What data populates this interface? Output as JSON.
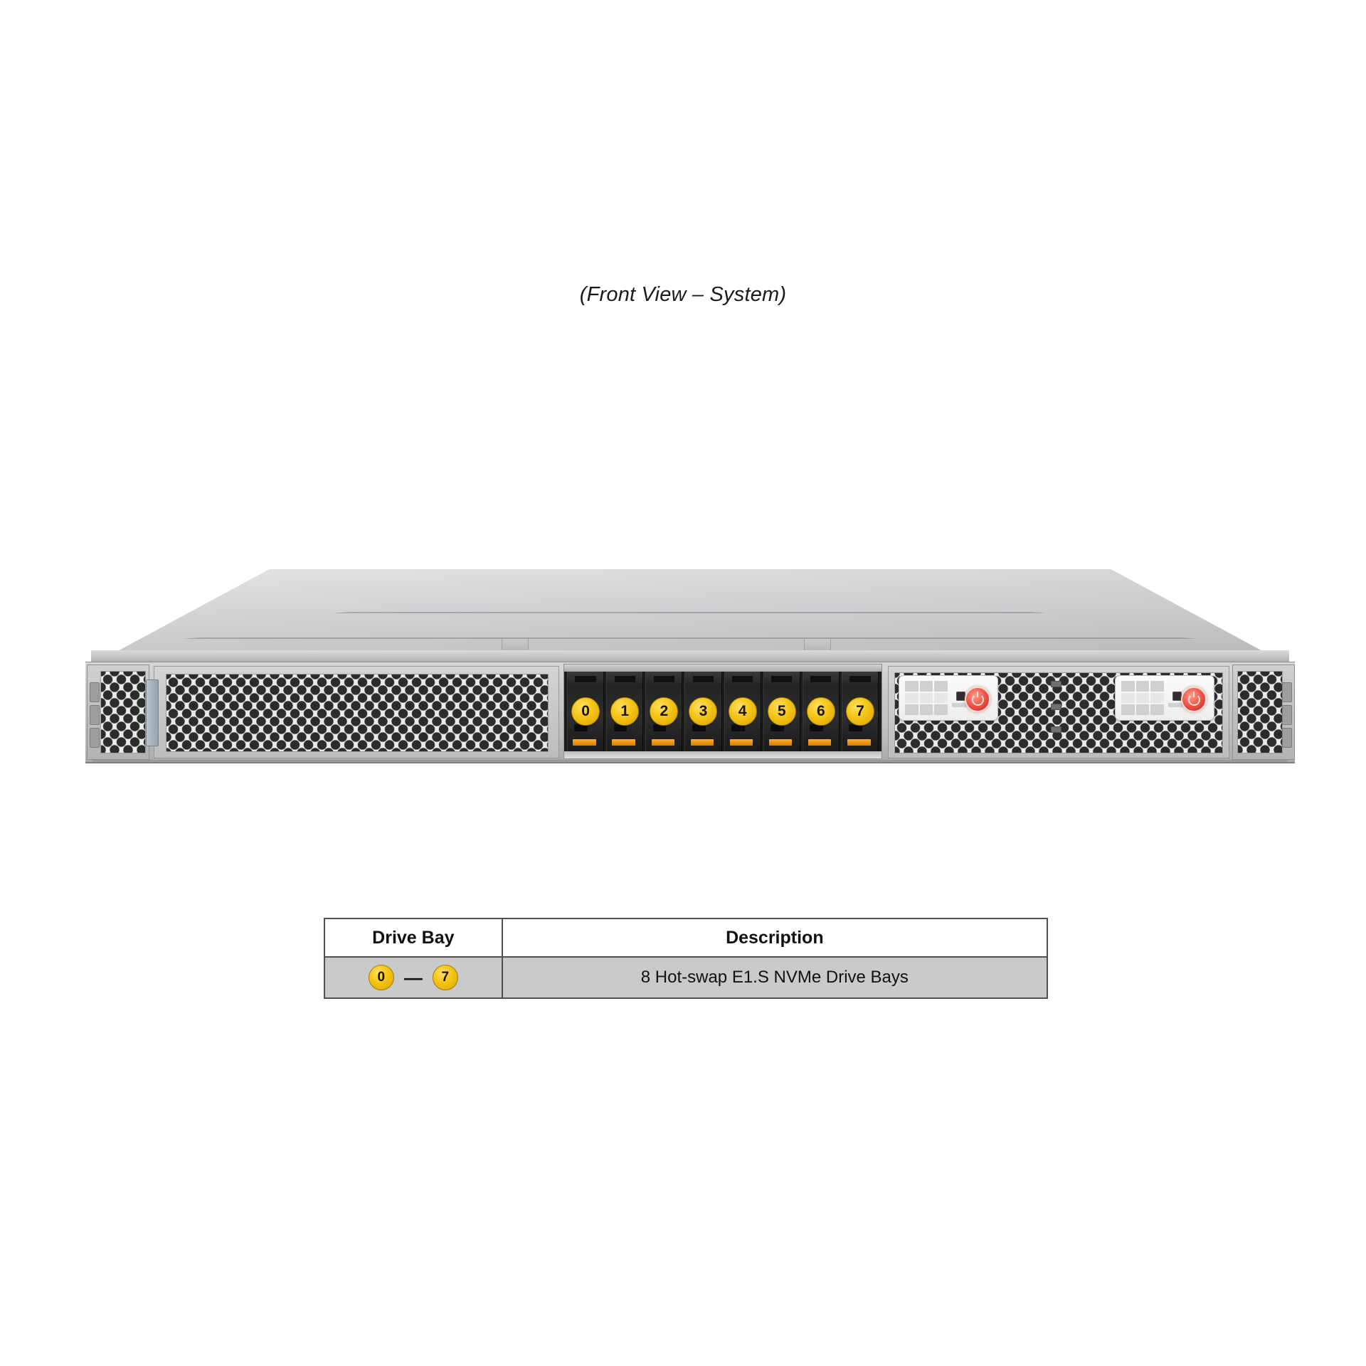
{
  "figure": {
    "caption": "(Front View – System)",
    "chassis": {
      "left_section_name": "ventilated-filler-panel",
      "right_section_name": "ventilated-control-panel-section",
      "drive_bay_count": 8,
      "control_panels": [
        {
          "power_button_label": "power-button",
          "reset_button_label": "reset-button"
        },
        {
          "power_button_label": "power-button",
          "reset_button_label": "reset-button"
        }
      ]
    },
    "drive_bays": [
      {
        "id": "0",
        "label": "0"
      },
      {
        "id": "1",
        "label": "1"
      },
      {
        "id": "2",
        "label": "2"
      },
      {
        "id": "3",
        "label": "3"
      },
      {
        "id": "4",
        "label": "4"
      },
      {
        "id": "5",
        "label": "5"
      },
      {
        "id": "6",
        "label": "6"
      },
      {
        "id": "7",
        "label": "7"
      }
    ]
  },
  "legend": {
    "headers": {
      "bay": "Drive Bay",
      "description": "Description"
    },
    "rows": [
      {
        "range_start": "0",
        "range_dash": "—",
        "range_end": "7",
        "description": "8 Hot-swap E1.S NVMe Drive Bays"
      }
    ]
  },
  "colors": {
    "badge_yellow": "#f5c518",
    "badge_border": "#a87d00",
    "power_red": "#c4281b",
    "drive_led_orange": "#d97b07",
    "table_row_gray": "#c9cacb",
    "chassis_gray": "#c9cacb"
  }
}
